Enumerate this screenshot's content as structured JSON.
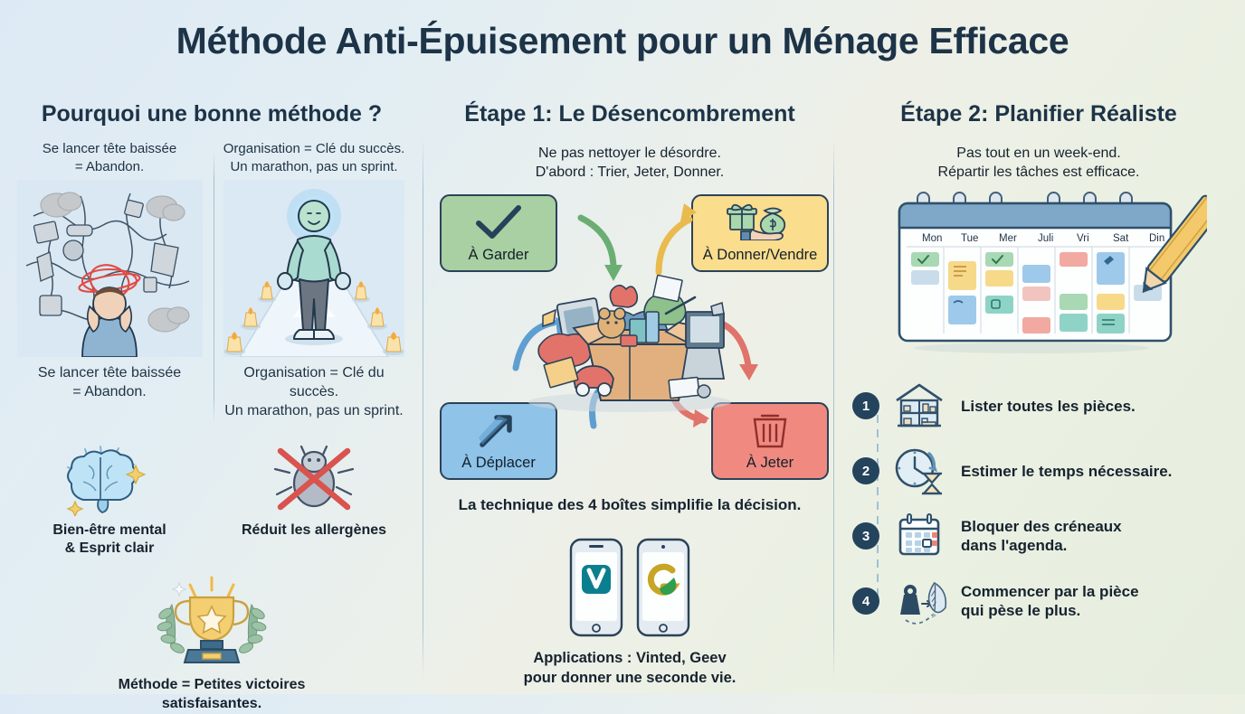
{
  "page": {
    "title": "Méthode Anti-Épuisement pour un Ménage Efficace",
    "background_colors": [
      "#dde9f4",
      "#eef0e8",
      "#e6eee0"
    ],
    "heading_color": "#1d3347"
  },
  "columns": {
    "left": {
      "heading": "Pourquoi une bonne méthode ?",
      "panels": [
        {
          "caption_top": "Se lancer tête baissée\n= Abandon.",
          "caption_top_line1": "Se lancer tête baissée",
          "caption_top_line2": "= Abandon.",
          "illustration": "stressed-person-clutter",
          "caption_bottom_line1": "Se lancer tête baissée",
          "caption_bottom_line2": "= Abandon."
        },
        {
          "caption_top_line1": "Organisation = Clé du succès.",
          "caption_top_line2": "Un marathon, pas un sprint.",
          "illustration": "calm-person-lit-path",
          "caption_bottom_line1": "Organisation = Clé du succès.",
          "caption_bottom_line2": "Un marathon, pas un sprint."
        }
      ],
      "benefits": [
        {
          "icon": "brain-icon",
          "label_line1": "Bien-être mental",
          "label_line2": "& Esprit clair"
        },
        {
          "icon": "dust-mite-crossed-icon",
          "label_line1": "Réduit les allergènes",
          "label_line2": ""
        }
      ],
      "trophy": {
        "icon": "trophy-icon",
        "label_line1": "Méthode = Petites victoires",
        "label_line2": "satisfaisantes."
      }
    },
    "middle": {
      "heading": "Étape 1: Le Désencombrement",
      "sub_line1": "Ne pas nettoyer le désordre.",
      "sub_line2": "D'abord : Trier, Jeter, Donner.",
      "boxes": [
        {
          "label": "À Garder",
          "icon": "checkmark-icon",
          "color": "#a8d0a2",
          "position": "top-left"
        },
        {
          "label": "À Donner/Vendre",
          "icon": "gift-money-hand-icon",
          "color": "#fadd8d",
          "position": "top-right"
        },
        {
          "label": "À Déplacer",
          "icon": "arrow-up-right-icon",
          "color": "#8fc3e8",
          "position": "bottom-left"
        },
        {
          "label": "À Jeter",
          "icon": "trash-bin-icon",
          "color": "#f08a80",
          "position": "bottom-right"
        }
      ],
      "center_illustration": "cardboard-box-clutter-pile",
      "note": "La technique des 4 boîtes simplifie la décision.",
      "apps": [
        {
          "name": "Vinted",
          "letter": "V",
          "color": "#09798a"
        },
        {
          "name": "Geev",
          "letter": "G",
          "color": "#2f9e4f"
        }
      ],
      "apps_caption_line1": "Applications : Vinted, Geev",
      "apps_caption_line2": "pour donner une seconde vie."
    },
    "right": {
      "heading": "Étape 2: Planifier Réaliste",
      "sub_line1": "Pas tout en un week-end.",
      "sub_line2": "Répartir les tâches est efficace.",
      "calendar": {
        "illustration": "weekly-planner-with-pencil",
        "days": [
          "Mon",
          "Tue",
          "Mer",
          "Juli",
          "Vri",
          "Sat",
          "Din"
        ],
        "event_colors": [
          "#a8d8b4",
          "#cfe0ef",
          "#f7d98a",
          "#9ec9ea",
          "#f1a9a2",
          "#8fd3c6"
        ]
      },
      "steps": [
        {
          "number": "1",
          "icon": "house-rooms-icon",
          "text_line1": "Lister toutes les pièces.",
          "text_line2": ""
        },
        {
          "number": "2",
          "icon": "clock-hourglass-icon",
          "text_line1": "Estimer le temps nécessaire.",
          "text_line2": ""
        },
        {
          "number": "3",
          "icon": "calendar-icon",
          "text_line1": "Bloquer des créneaux",
          "text_line2": "dans l'agenda."
        },
        {
          "number": "4",
          "icon": "weight-feather-icon",
          "text_line1": "Commencer par la pièce",
          "text_line2": "qui pèse le plus."
        }
      ]
    }
  }
}
